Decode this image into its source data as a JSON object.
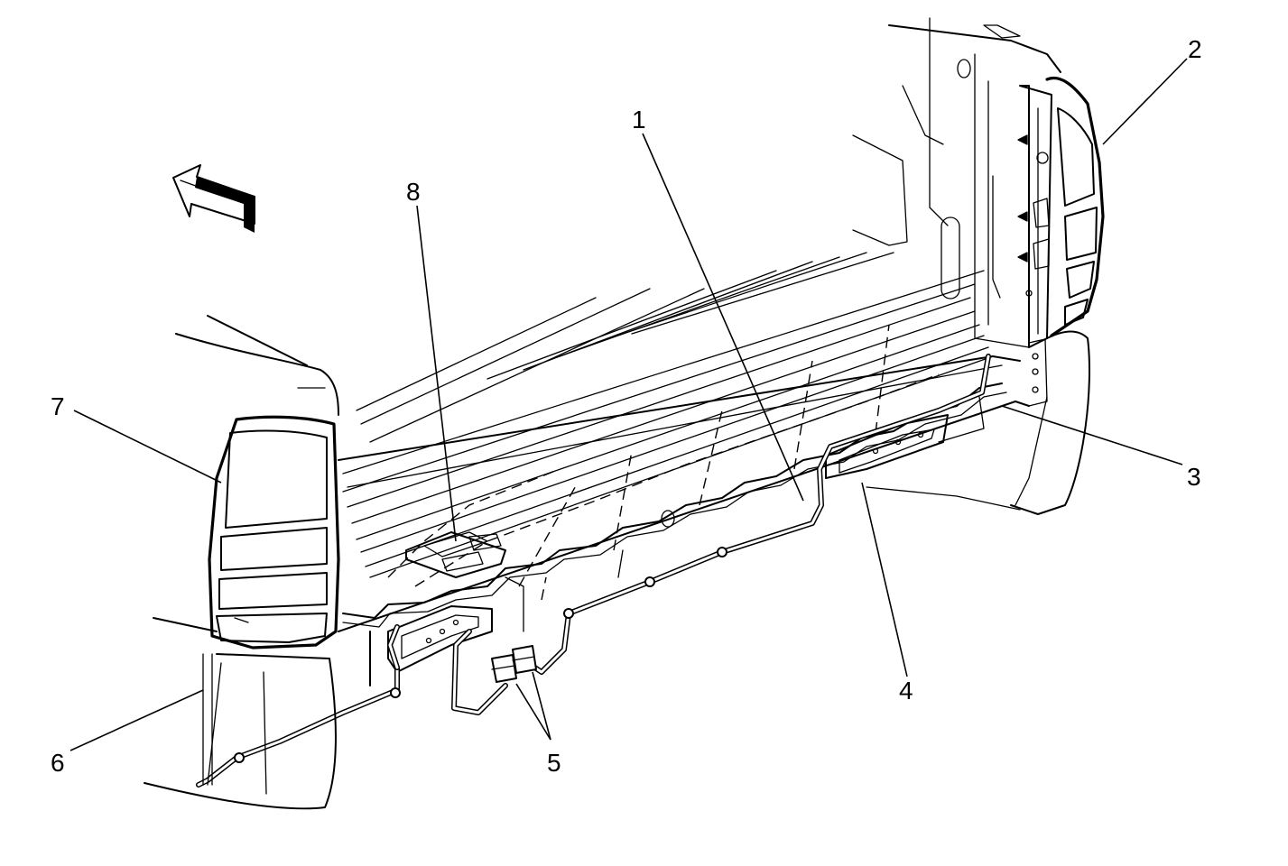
{
  "callouts": [
    {
      "id": "1",
      "label": "1"
    },
    {
      "id": "2",
      "label": "2"
    },
    {
      "id": "3",
      "label": "3"
    },
    {
      "id": "4",
      "label": "4"
    },
    {
      "id": "5",
      "label": "5"
    },
    {
      "id": "6",
      "label": "6"
    },
    {
      "id": "7",
      "label": "7"
    },
    {
      "id": "8",
      "label": "8"
    }
  ],
  "icons": {
    "direction_arrow": "forward-direction-arrow-icon"
  }
}
